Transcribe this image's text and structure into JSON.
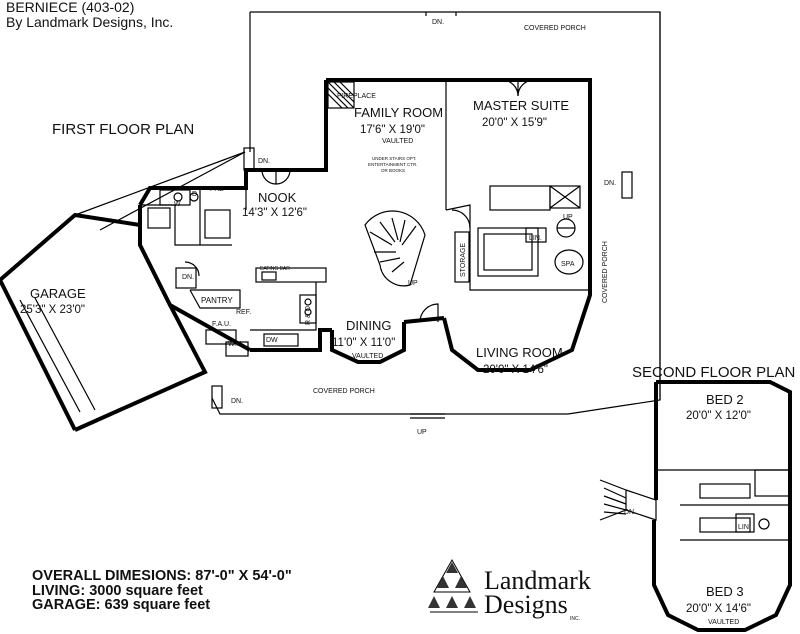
{
  "header": {
    "title": "BERNIECE (403-02)",
    "byline": "By Landmark Designs, Inc."
  },
  "labels": {
    "first_floor": "FIRST FLOOR PLAN",
    "second_floor": "SECOND FLOOR PLAN",
    "covered_porch": "COVERED PORCH",
    "dn": "DN.",
    "up": "UP",
    "fireplace": "FIREPLACE",
    "family_room": "FAMILY ROOM",
    "family_room_dim": "17'6\" X 19'0\"",
    "vaulted": "VAULTED",
    "master_suite": "MASTER SUITE",
    "master_suite_dim": "20'0\" X 15'9\"",
    "nook": "NOOK",
    "nook_dim": "14'3\" X 12'6\"",
    "frz": "FRZ",
    "d": "D",
    "w": "W",
    "under_stairs_1": "UNDER STAIRS OPT.",
    "under_stairs_2": "ENTERTAINMENT CTR.",
    "under_stairs_3": "OR BOOKS",
    "eating_bar": "EATING BAR",
    "garage": "GARAGE",
    "garage_dim": "25'3\" X 23'0\"",
    "pantry": "PANTRY",
    "ref": "REF.",
    "fau": "F.A.U.",
    "wh": "W.H.",
    "dw": "DW",
    "ro": "R & O",
    "dining": "DINING",
    "dining_dim": "11'0\" X 11'0\"",
    "storage": "STORAGE",
    "lin": "LIN.",
    "spa": "SPA",
    "living_room": "LIVING ROOM",
    "living_room_dim": "20'0\" X 14'6\"",
    "bed2": "BED 2",
    "bed2_dim": "20'0\" X 12'0\"",
    "bed3": "BED 3",
    "bed3_dim": "20'0\" X 14'6\""
  },
  "summary": {
    "overall": "OVERALL DIMESIONS: 87'-0\" X 54'-0\"",
    "living": "LIVING: 3000 square feet",
    "garage": "GARAGE: 639 square feet"
  },
  "logo": {
    "line1": "Landmark",
    "line2": "Designs",
    "inc": "INC."
  }
}
